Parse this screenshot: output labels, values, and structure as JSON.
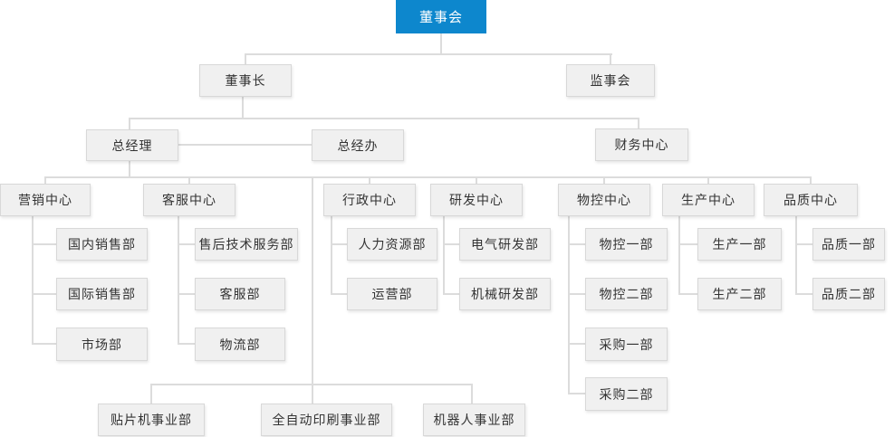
{
  "org_chart": {
    "colors": {
      "root_bg": "#0d87cd",
      "root_text": "#ffffff",
      "node_bg": "#f0f0f0",
      "node_border": "#d8d8d8",
      "node_text": "#333333",
      "line": "#dcdcdc"
    },
    "nodes": {
      "board": {
        "label": "董事会"
      },
      "chairman": {
        "label": "董事长"
      },
      "supervisory_board": {
        "label": "监事会"
      },
      "general_manager": {
        "label": "总经理"
      },
      "gm_office": {
        "label": "总经办"
      },
      "finance_center": {
        "label": "财务中心"
      },
      "marketing_center": {
        "label": "营销中心"
      },
      "customer_service_center": {
        "label": "客服中心"
      },
      "admin_center": {
        "label": "行政中心"
      },
      "rd_center": {
        "label": "研发中心"
      },
      "material_control_center": {
        "label": "物控中心"
      },
      "production_center": {
        "label": "生产中心"
      },
      "quality_center": {
        "label": "品质中心"
      },
      "domestic_sales": {
        "label": "国内销售部"
      },
      "international_sales": {
        "label": "国际销售部"
      },
      "market_dept": {
        "label": "市场部"
      },
      "after_sales_tech_service": {
        "label": "售后技术服务部"
      },
      "customer_service_dept": {
        "label": "客服部"
      },
      "logistics_dept": {
        "label": "物流部"
      },
      "hr_dept": {
        "label": "人力资源部"
      },
      "operations_dept": {
        "label": "运营部"
      },
      "electrical_rd": {
        "label": "电气研发部"
      },
      "mechanical_rd": {
        "label": "机械研发部"
      },
      "material_control_1": {
        "label": "物控一部"
      },
      "material_control_2": {
        "label": "物控二部"
      },
      "procurement_1": {
        "label": "采购一部"
      },
      "procurement_2": {
        "label": "采购二部"
      },
      "production_1": {
        "label": "生产一部"
      },
      "production_2": {
        "label": "生产二部"
      },
      "quality_1": {
        "label": "品质一部"
      },
      "quality_2": {
        "label": "品质二部"
      },
      "smt_division": {
        "label": "贴片机事业部"
      },
      "auto_printing_division": {
        "label": "全自动印刷事业部"
      },
      "robot_division": {
        "label": "机器人事业部"
      }
    },
    "structure": {
      "board": [
        "chairman",
        "supervisory_board"
      ],
      "chairman": [
        "general_manager",
        "finance_center"
      ],
      "general_manager": [
        "gm_office",
        "marketing_center",
        "customer_service_center",
        "admin_center",
        "rd_center",
        "material_control_center",
        "production_center",
        "quality_center",
        "smt_division",
        "auto_printing_division",
        "robot_division"
      ],
      "marketing_center": [
        "domestic_sales",
        "international_sales",
        "market_dept"
      ],
      "customer_service_center": [
        "after_sales_tech_service",
        "customer_service_dept",
        "logistics_dept"
      ],
      "admin_center": [
        "hr_dept",
        "operations_dept"
      ],
      "rd_center": [
        "electrical_rd",
        "mechanical_rd"
      ],
      "material_control_center": [
        "material_control_1",
        "material_control_2",
        "procurement_1",
        "procurement_2"
      ],
      "production_center": [
        "production_1",
        "production_2"
      ],
      "quality_center": [
        "quality_1",
        "quality_2"
      ]
    }
  }
}
